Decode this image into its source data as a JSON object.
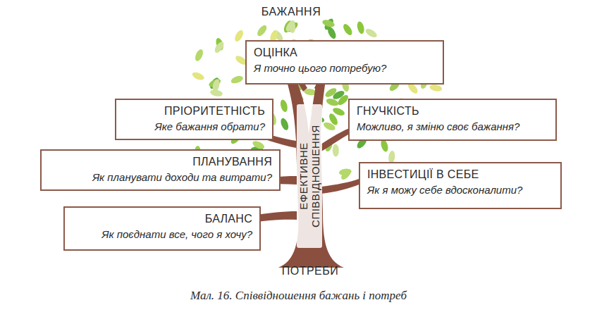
{
  "diagram": {
    "caption": "Мал. 16. Співвідношення бажань і потреб",
    "nodes": [
      {
        "text": [
          "ОЦІНКА",
          "Я точно цього потребую?"
        ]
      },
      {
        "text": [
          "ПРІОРИТЕТНІСТЬ",
          "Яке бажання обрати?"
        ]
      },
      {
        "text": [
          "ГНУЧКІСТЬ",
          "Можливо, я зміню своє бажання?"
        ]
      },
      {
        "text": [
          "ПЛАНУВАННЯ",
          "Як планувати доходи та витрати?"
        ]
      },
      {
        "text": [
          "ІНВЕСТИЦІЇ В СЕБЕ",
          "Як я можу себе вдосконалити?"
        ]
      },
      {
        "text": [
          "БАЛАНС",
          "Як поєднати все, чого я хочу?"
        ]
      }
    ],
    "labels": [
      "БАЖАННЯ",
      "ЕФЕКТИВНЕ СПІВВІДНОШЕННЯ",
      "ПОТРЕБИ"
    ]
  }
}
